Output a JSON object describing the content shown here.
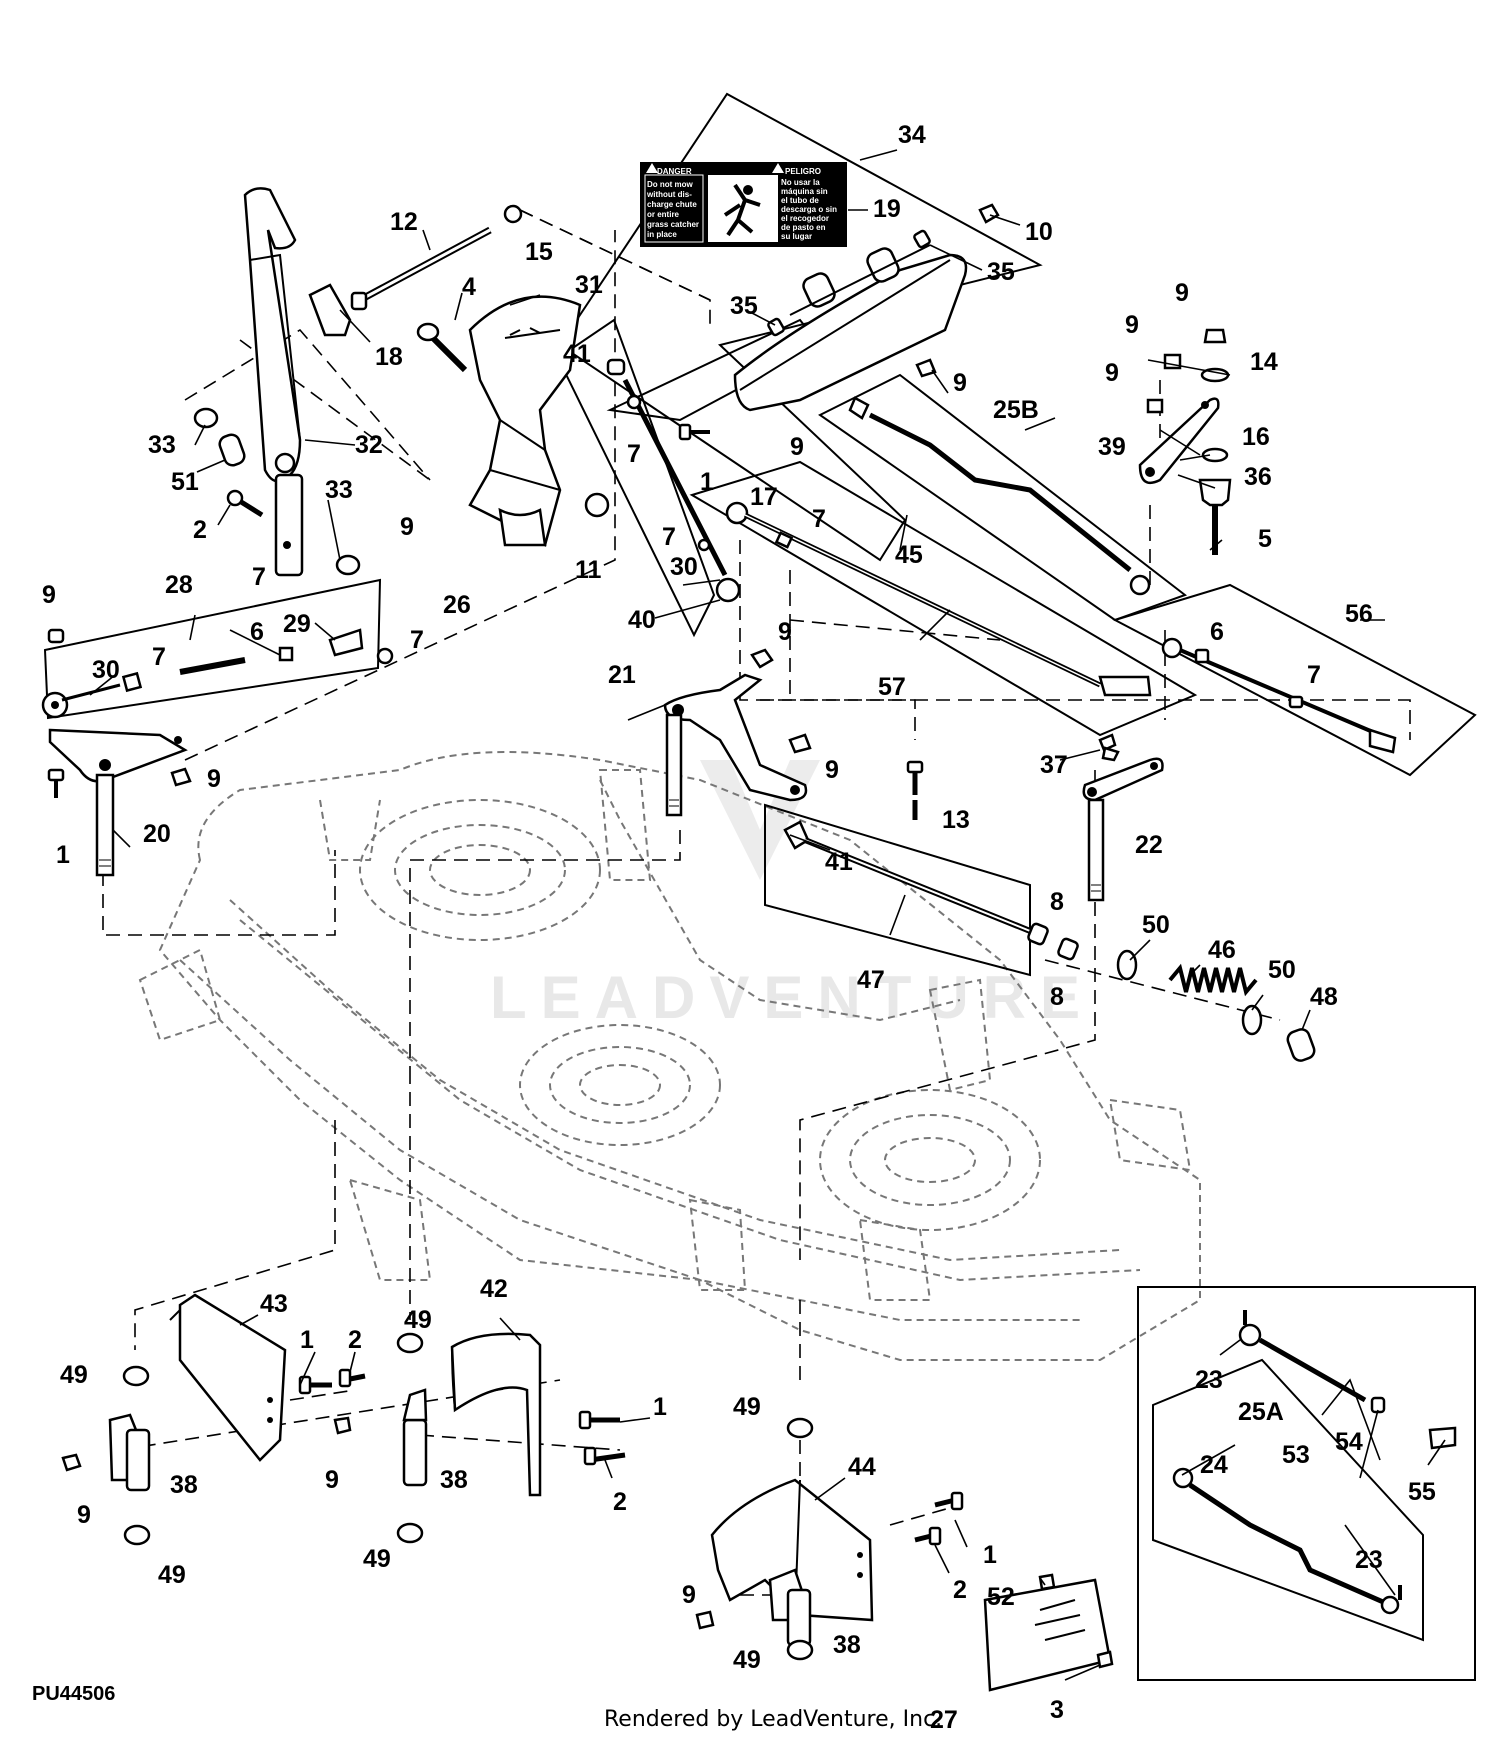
{
  "diagram_code": "PU44506",
  "footer": "Rendered by LeadVenture, Inc.",
  "watermark": "LEADVENTURE",
  "decal": {
    "left_header": "DANGER",
    "right_header": "PELIGRO",
    "left_lines": [
      "Do not mow",
      "without dis-",
      "charge chute",
      "or entire",
      "grass catcher",
      "in place"
    ],
    "right_lines": [
      "No usar la",
      "máquina sin",
      "el tubo de",
      "descarga o sin",
      "el recogedor",
      "de pasto en",
      "su lugar"
    ]
  },
  "callouts": {
    "c1_a": "1",
    "c1_b": "1",
    "c1_c": "1",
    "c1_d": "1",
    "c1_e": "1",
    "c2_a": "2",
    "c2_b": "2",
    "c2_c": "2",
    "c2_d": "2",
    "c3": "3",
    "c4": "4",
    "c5": "5",
    "c6_a": "6",
    "c6_b": "6",
    "c7_a": "7",
    "c7_b": "7",
    "c7_c": "7",
    "c7_d": "7",
    "c7_e": "7",
    "c7_f": "7",
    "c7_g": "7",
    "c8_a": "8",
    "c8_b": "8",
    "c9_a": "9",
    "c9_b": "9",
    "c9_c": "9",
    "c9_d": "9",
    "c9_e": "9",
    "c9_f": "9",
    "c9_g": "9",
    "c9_h": "9",
    "c9_i": "9",
    "c9_j": "9",
    "c9_k": "9",
    "c9_l": "9",
    "c9_m": "9",
    "c10": "10",
    "c11": "11",
    "c12": "12",
    "c13": "13",
    "c14": "14",
    "c15": "15",
    "c16": "16",
    "c17": "17",
    "c18": "18",
    "c19": "19",
    "c20": "20",
    "c21": "21",
    "c22": "22",
    "c23_a": "23",
    "c23_b": "23",
    "c24": "24",
    "c25A": "25A",
    "c25B": "25B",
    "c26": "26",
    "c27": "27",
    "c28": "28",
    "c29": "29",
    "c30_a": "30",
    "c30_b": "30",
    "c31": "31",
    "c32": "32",
    "c33_a": "33",
    "c33_b": "33",
    "c34": "34",
    "c35_a": "35",
    "c35_b": "35",
    "c36": "36",
    "c37": "37",
    "c38_a": "38",
    "c38_b": "38",
    "c38_c": "38",
    "c39": "39",
    "c40": "40",
    "c41_a": "41",
    "c41_b": "41",
    "c42": "42",
    "c43": "43",
    "c44": "44",
    "c45": "45",
    "c46": "46",
    "c47": "47",
    "c48": "48",
    "c49_a": "49",
    "c49_b": "49",
    "c49_c": "49",
    "c49_d": "49",
    "c49_e": "49",
    "c49_f": "49",
    "c50_a": "50",
    "c50_b": "50",
    "c51": "51",
    "c52": "52",
    "c53": "53",
    "c54": "54",
    "c55": "55",
    "c56": "56",
    "c57": "57"
  }
}
